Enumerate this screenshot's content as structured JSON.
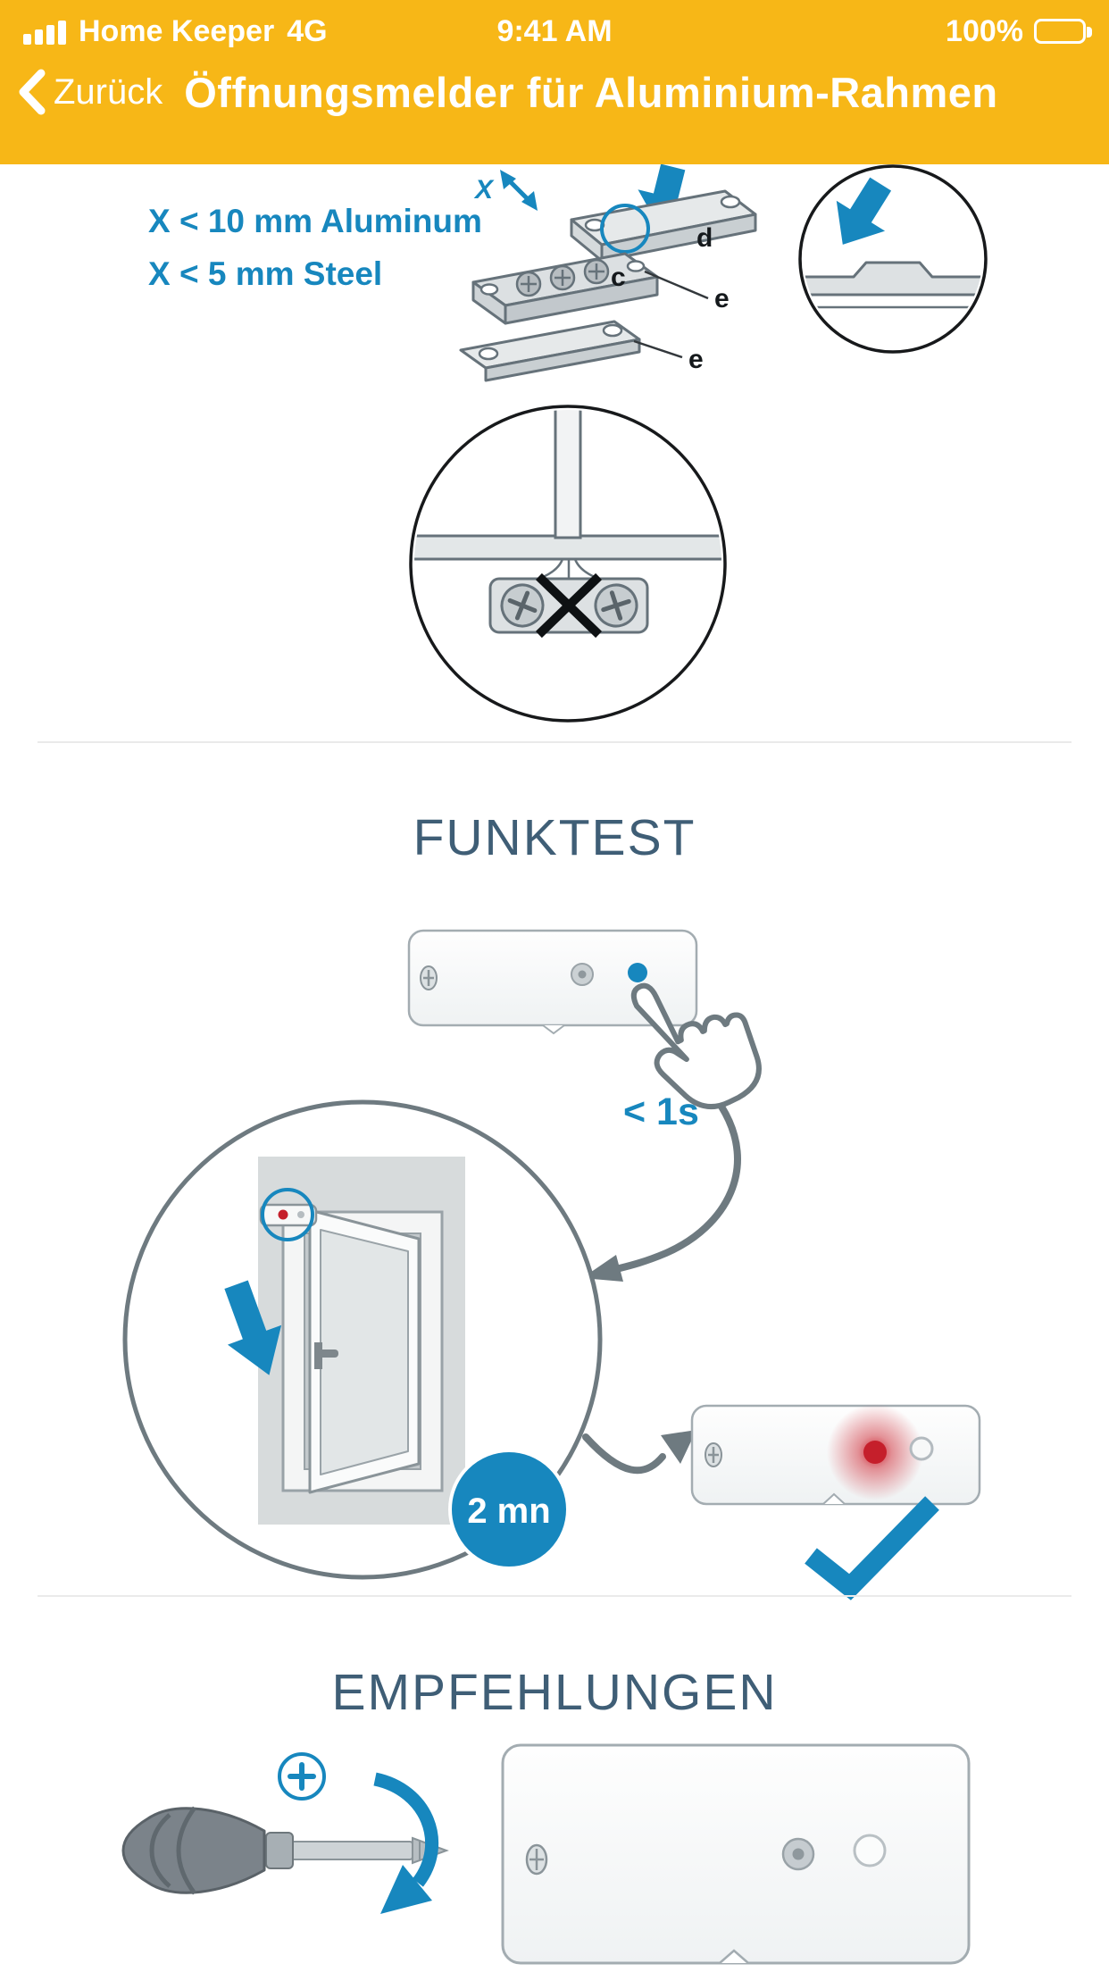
{
  "status": {
    "carrier": "Home Keeper",
    "network": "4G",
    "time": "9:41 AM",
    "battery_pct": "100%"
  },
  "nav": {
    "back_label": "Zurück",
    "title": "Öffnungsmelder für Aluminium-Rahmen"
  },
  "install": {
    "note_line1": "X < 10 mm Aluminum",
    "note_line2": "X < 5 mm Steel",
    "dim_label": "X",
    "labels": {
      "c": "c",
      "d": "d",
      "e_top": "e",
      "e_bottom": "e"
    }
  },
  "funktest": {
    "heading": "FUNKTEST",
    "press_duration": "< 1s",
    "wait_badge": "2 mn"
  },
  "empfehlungen": {
    "heading": "EMPFEHLUNGEN"
  },
  "colors": {
    "accent_blue": "#1787BE",
    "header_yellow": "#F7B717",
    "heading_slate": "#3F5E76",
    "led_red": "#C51F2B"
  },
  "icons": [
    "signal-bars-icon",
    "battery-icon",
    "back-chevron-icon",
    "hand-press-icon",
    "checkmark-icon",
    "plus-icon",
    "rotation-arrow-icon",
    "screwdriver-icon",
    "no-wiring-icon"
  ]
}
